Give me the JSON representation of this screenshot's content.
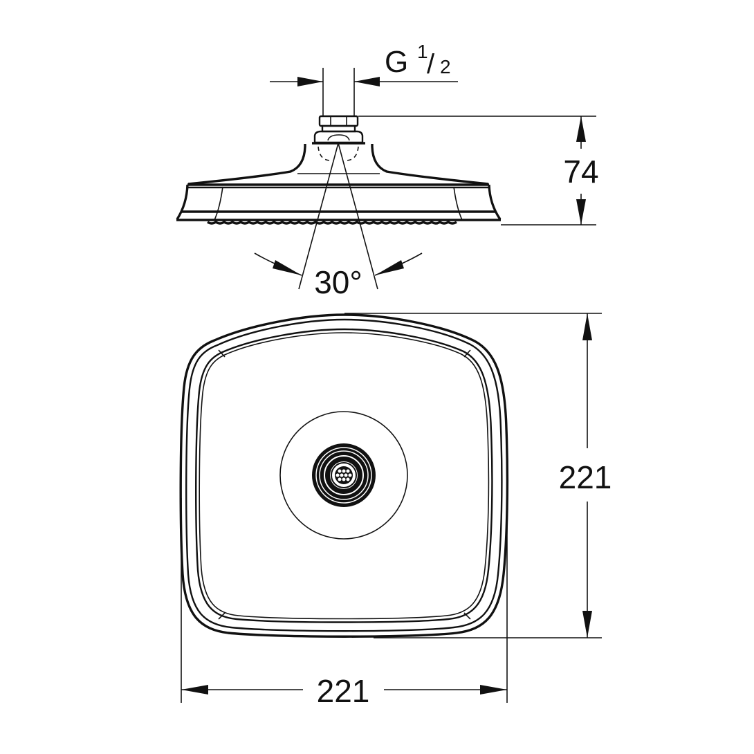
{
  "drawing": {
    "subject": "Shower head technical drawing",
    "views": [
      "side-view",
      "top-view"
    ],
    "line_color": "#111111",
    "background": "#ffffff"
  },
  "dimensions": {
    "thread": {
      "label_main": "G",
      "label_num": "1",
      "label_slash": "/",
      "label_den": "2"
    },
    "height": {
      "label": "74"
    },
    "angle": {
      "label": "30°"
    },
    "depth": {
      "label": "221"
    },
    "width": {
      "label": "221"
    }
  }
}
